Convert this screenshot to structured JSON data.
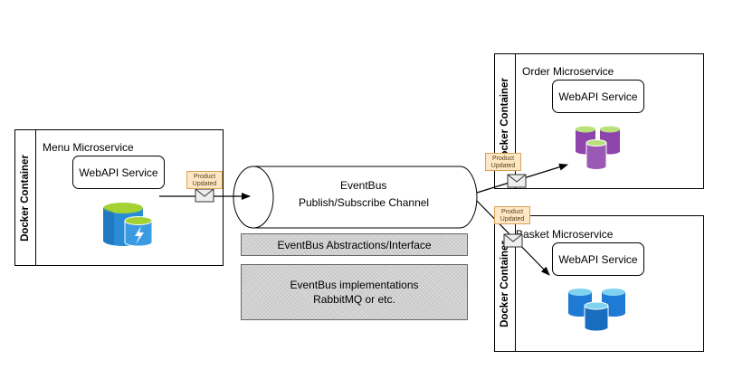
{
  "menu": {
    "container_label": "Docker Container",
    "title": "Menu Microservice",
    "webapi_label": "WebAPI Service",
    "db_icon": "azure-sql-database-icon"
  },
  "order": {
    "container_label": "Docker Container",
    "title": "Order Microservice",
    "webapi_label": "WebAPI Service",
    "db_icon": "purple-database-cluster-icon"
  },
  "basket": {
    "container_label": "Docker Container",
    "title": "Basket Microservice",
    "webapi_label": "WebAPI Service",
    "db_icon": "blue-database-cluster-icon"
  },
  "eventbus": {
    "name": "EventBus",
    "subtitle": "Publish/Subscribe Channel",
    "abstractions_label": "EventBus Abstractions/Interface",
    "impl_line1": "EventBus implementations",
    "impl_line2": "RabbitMQ or etc."
  },
  "messages": [
    {
      "line1": "Product",
      "line2": "Updated",
      "icon": "envelope-icon"
    },
    {
      "line1": "Product",
      "line2": "Updated",
      "icon": "envelope-icon"
    },
    {
      "line1": "Product",
      "line2": "Updated",
      "icon": "envelope-icon"
    }
  ],
  "colors": {
    "tag_bg": "#fde7c4",
    "tag_border": "#d6a35a",
    "hatch_bg": "#d9d9d9",
    "purple_db": "#8e44ad",
    "blue_db": "#1f7ad6",
    "azure_sql": "#2a8bd6",
    "green_db_top": "#a4d233"
  }
}
